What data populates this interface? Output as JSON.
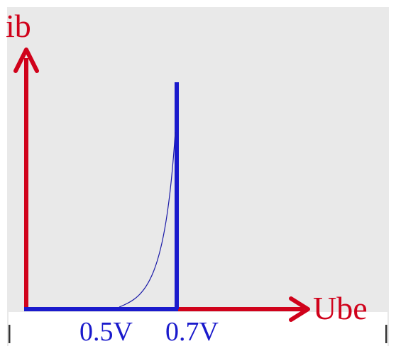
{
  "axes": {
    "y_label": "ib",
    "x_label": "Ube",
    "color": "#d0021b"
  },
  "ticks": [
    {
      "label": "0.5V",
      "value": 0.5
    },
    {
      "label": "0.7V",
      "value": 0.7
    }
  ],
  "curve": {
    "color": "#1a1aa8",
    "threshold_color": "#1a1acc"
  },
  "colors": {
    "panel_background": "#e9e9e9",
    "label_strip": "#ffffff"
  }
}
